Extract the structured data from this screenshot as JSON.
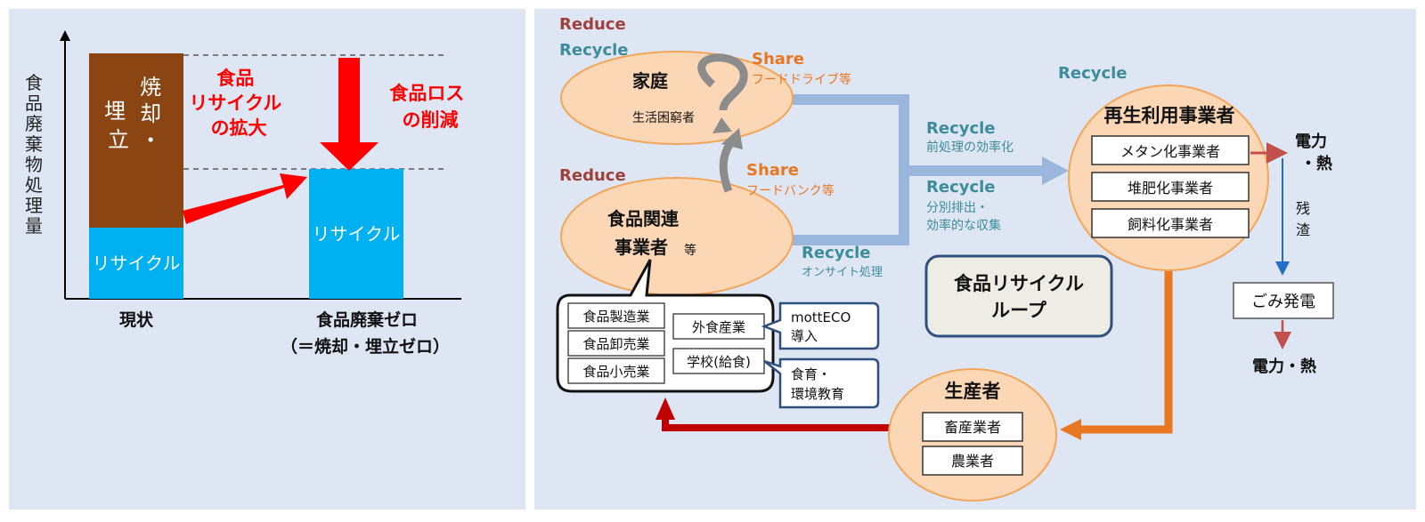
{
  "left_chart": {
    "ylabel": "食品廃棄物処理量",
    "bar1_top_label": "焼却・埋立",
    "bar1_bottom_label": "リサイクル",
    "bar2_label": "リサイクル",
    "expand_label": [
      "食品",
      "リサイクル",
      "の拡大"
    ],
    "loss_label": [
      "食品ロス",
      "の削減"
    ],
    "x_label_1": "現状",
    "x_label_2": "食品廃棄ゼロ",
    "x_label_2_sub": "（＝焼却・埋立ゼロ）"
  },
  "flow": {
    "household": {
      "reduce": "Reduce",
      "recycle": "Recycle",
      "title": "家庭",
      "sub": "生活困窮者"
    },
    "share_drive": {
      "share": "Share",
      "desc": "フードドライブ等"
    },
    "share_bank": {
      "share": "Share",
      "desc": "フードバンク等"
    },
    "food_business": {
      "reduce": "Reduce",
      "title_1": "食品関連",
      "title_2": "事業者",
      "suffix": "等"
    },
    "recycle_pre": {
      "label": "Recycle",
      "desc": "前処理の効率化"
    },
    "recycle_sep": {
      "label": "Recycle",
      "desc_1": "分別排出・",
      "desc_2": "効率的な収集"
    },
    "recycle_onsite": {
      "label": "Recycle",
      "desc": "オンサイト処理"
    },
    "recycler": {
      "recycle": "Recycle",
      "title": "再生利用事業者",
      "items": [
        "メタン化事業者",
        "堆肥化事業者",
        "飼料化事業者"
      ]
    },
    "power_heat_1": [
      "電力",
      "・熱"
    ],
    "residue": [
      "残",
      "渣"
    ],
    "waste_power": "ごみ発電",
    "power_heat_2": "電力・熱",
    "loop_title": [
      "食品リサイクル",
      "ループ"
    ],
    "business_types": {
      "left": [
        "食品製造業",
        "食品卸売業",
        "食品小売業"
      ],
      "right": [
        "外食産業",
        "学校(給食)"
      ]
    },
    "mottECO": [
      "mottECO",
      "導入"
    ],
    "shokuiku": [
      "食育・",
      "環境教育"
    ],
    "producer": {
      "title": "生産者",
      "items": [
        "畜産業者",
        "農業者"
      ]
    }
  },
  "colors": {
    "panel_bg": "#dfe6f3",
    "brown": "#8b4513",
    "cyan": "#00b0f0",
    "red": "#ff0000",
    "dark_red": "#c00000",
    "reduce": "#a0403c",
    "teal": "#3c8c9c",
    "orange": "#e87722",
    "ellipse_fill": "#fbd7b5",
    "ellipse_stroke": "#f2a65a",
    "arrow_blue": "#9ab6dc",
    "gray_arrow": "#8c8c8c",
    "navy": "#2f4f7f"
  }
}
